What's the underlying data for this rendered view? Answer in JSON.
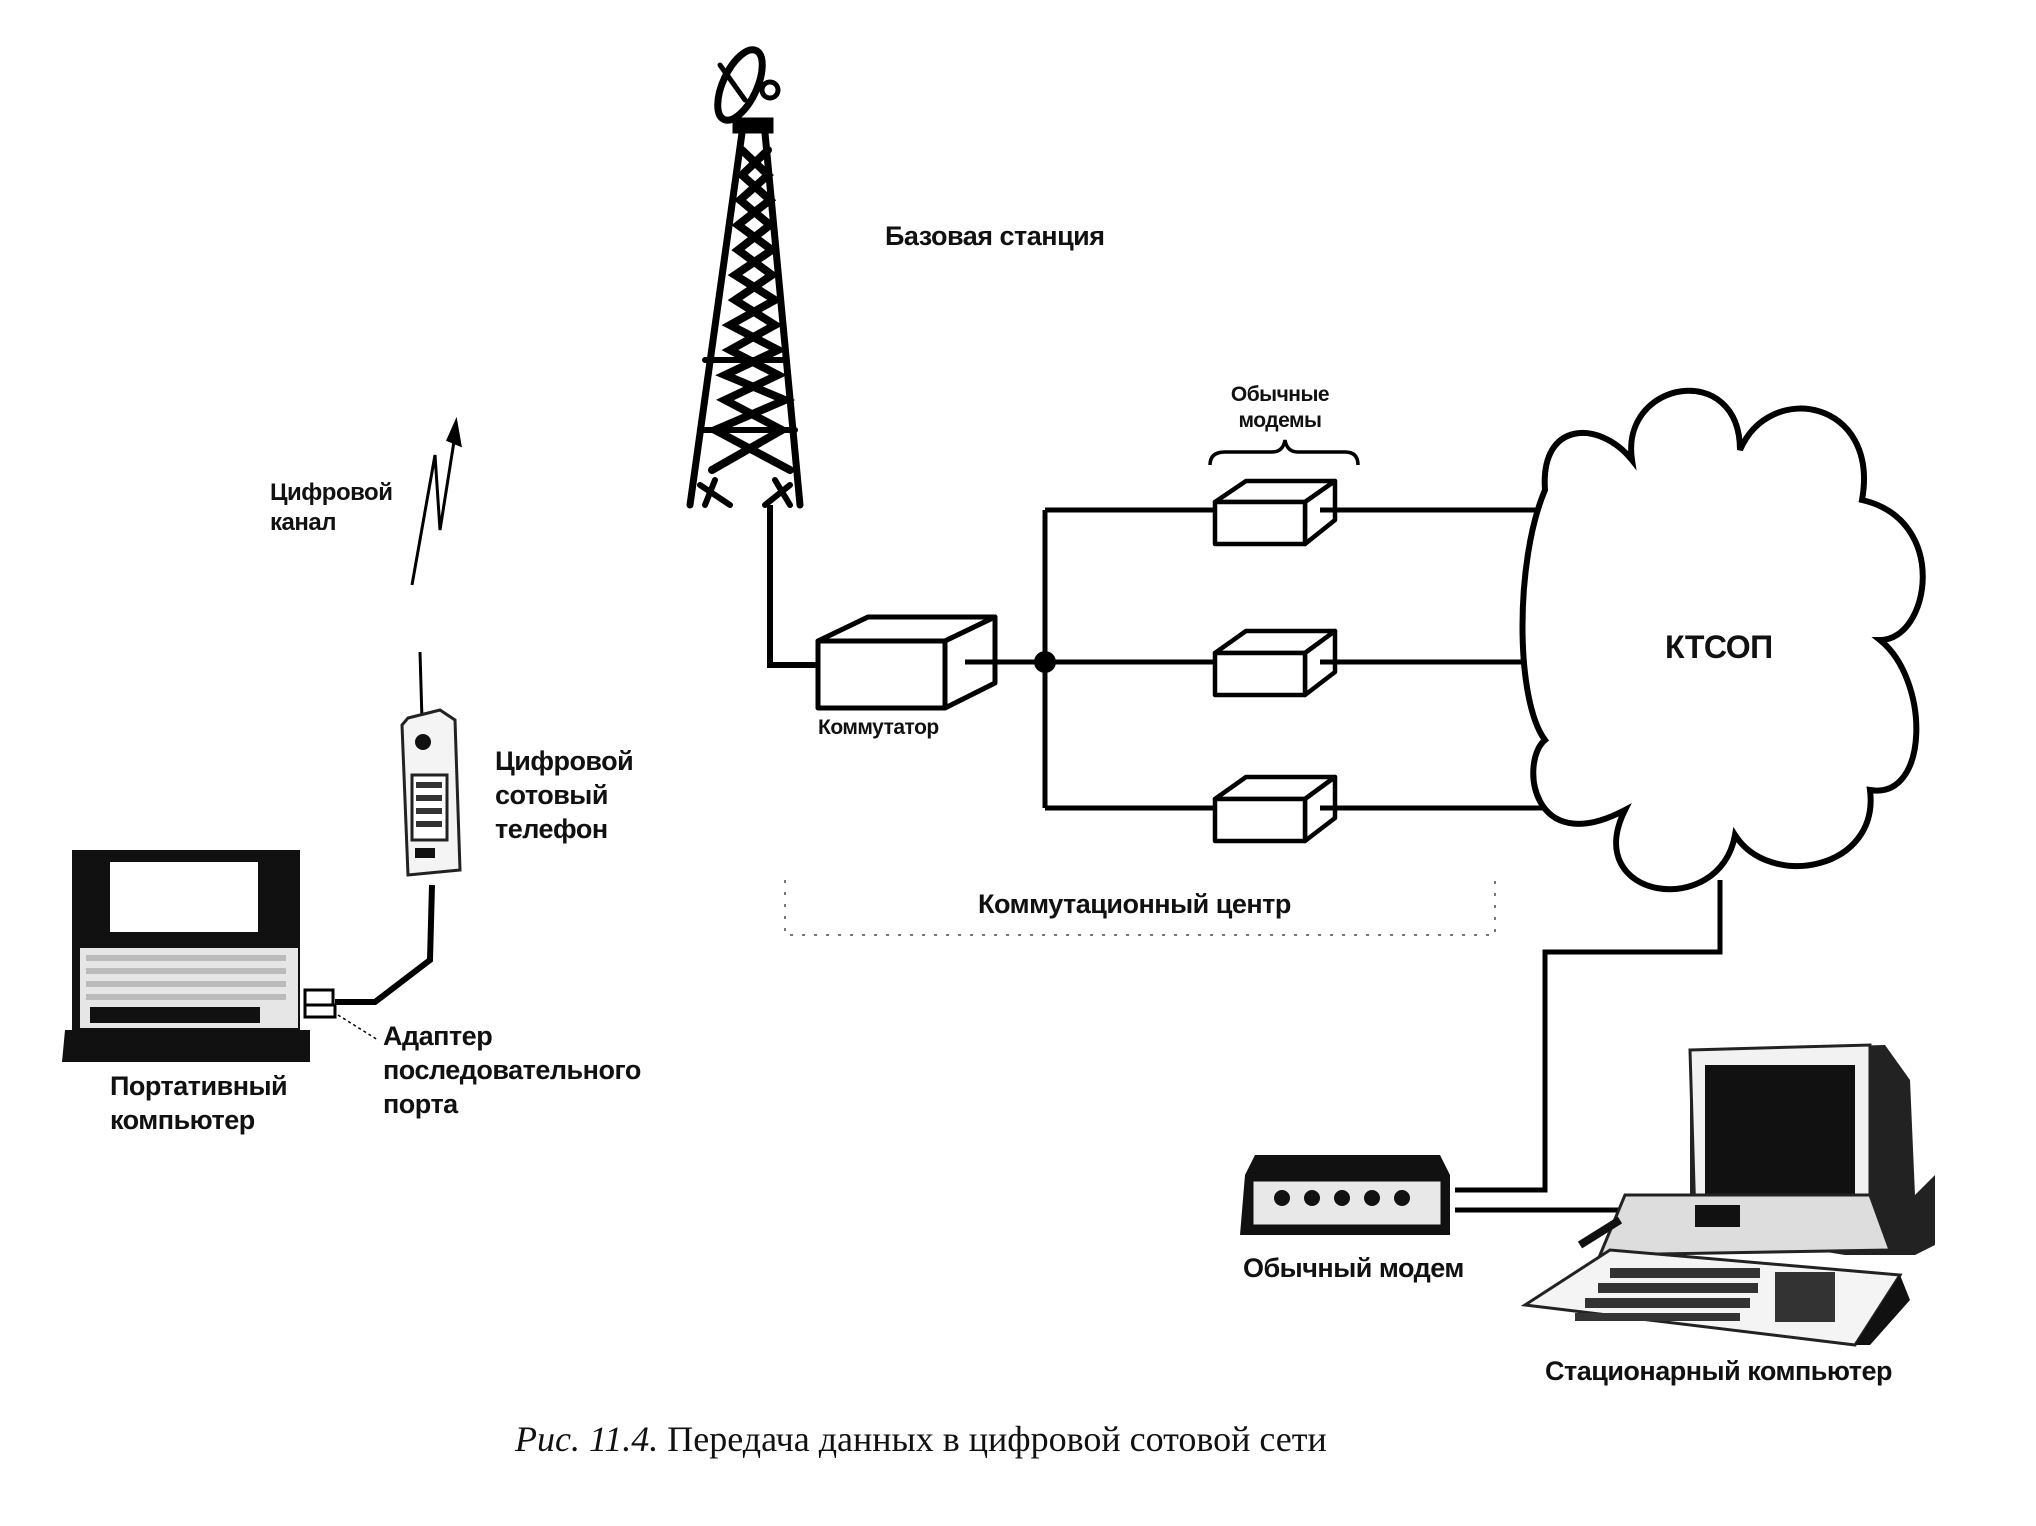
{
  "figure": {
    "caption_prefix": "Рис. 11.4.",
    "caption_text": "Передача данных в цифровой сотовой сети"
  },
  "nodes": {
    "base_station": {
      "label": "Базовая станция",
      "icon": "cell-tower-icon"
    },
    "digital_channel": {
      "lines": [
        "Цифровой",
        "канал"
      ],
      "icon": "lightning-signal-icon"
    },
    "cell_phone": {
      "lines": [
        "Цифровой",
        "сотовый",
        "телефон"
      ],
      "icon": "mobile-phone-icon"
    },
    "laptop": {
      "lines": [
        "Портативный",
        "компьютер"
      ],
      "icon": "laptop-icon"
    },
    "serial_adapter": {
      "lines": [
        "Адаптер",
        "последовательного",
        "порта"
      ],
      "icon": "serial-adapter-icon"
    },
    "switch": {
      "label": "Коммутатор",
      "icon": "switch-box-icon"
    },
    "modem_group": {
      "lines": [
        "Обычные",
        "модемы"
      ],
      "count": 3,
      "icon": "modem-box-icon"
    },
    "switching_center": {
      "label": "Коммутационный центр"
    },
    "pstn_cloud": {
      "label": "КТСОП",
      "icon": "cloud-icon"
    },
    "desk_modem": {
      "label": "Обычный модем",
      "icon": "modem-icon"
    },
    "desktop": {
      "label": "Стационарный компьютер",
      "icon": "desktop-computer-icon"
    }
  },
  "connections": [
    {
      "from": "base_station",
      "to": "switch"
    },
    {
      "from": "switch",
      "to": "modem_group"
    },
    {
      "from": "modem_group",
      "to": "pstn_cloud"
    },
    {
      "from": "pstn_cloud",
      "to": "desk_modem"
    },
    {
      "from": "desk_modem",
      "to": "desktop"
    },
    {
      "from": "laptop",
      "to": "cell_phone",
      "via": "serial_adapter"
    },
    {
      "from": "cell_phone",
      "to": "base_station",
      "via": "digital_channel"
    }
  ]
}
